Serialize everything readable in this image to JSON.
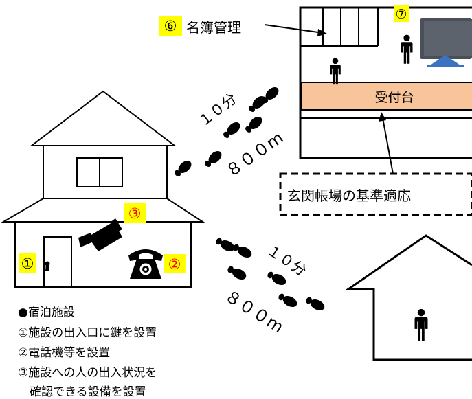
{
  "markers": {
    "m1": "①",
    "m2": "②",
    "m3": "③",
    "m6": "⑥",
    "m7": "⑦"
  },
  "labels": {
    "meibo": "名簿管理",
    "uketsuke": "受付台",
    "genkan": "玄関帳場の基準適応",
    "time_upper": "１０分",
    "dist_upper": "８００m",
    "time_lower": "１０分",
    "dist_lower": "８００m"
  },
  "legend": {
    "title": "●宿泊施設",
    "item1": "①施設の出入口に鍵を設置",
    "item2": "②電話機等を設置",
    "item3_line1": "③施設への人の出入状況を",
    "item3_line2": "　確認できる設備を設置"
  },
  "colors": {
    "marker_bg": "#ffff00",
    "marker_red": "#ff0000",
    "counter_fill": "#f8c49a",
    "monitor_frame": "#4a4f58",
    "monitor_screen": "#5d636d",
    "monitor_base": "#3b73c0"
  },
  "icons": [
    "house-icon",
    "security-camera-icon",
    "telephone-icon",
    "door-icon",
    "footprints-icon",
    "person-icon",
    "monitor-icon",
    "arrow-icon"
  ]
}
